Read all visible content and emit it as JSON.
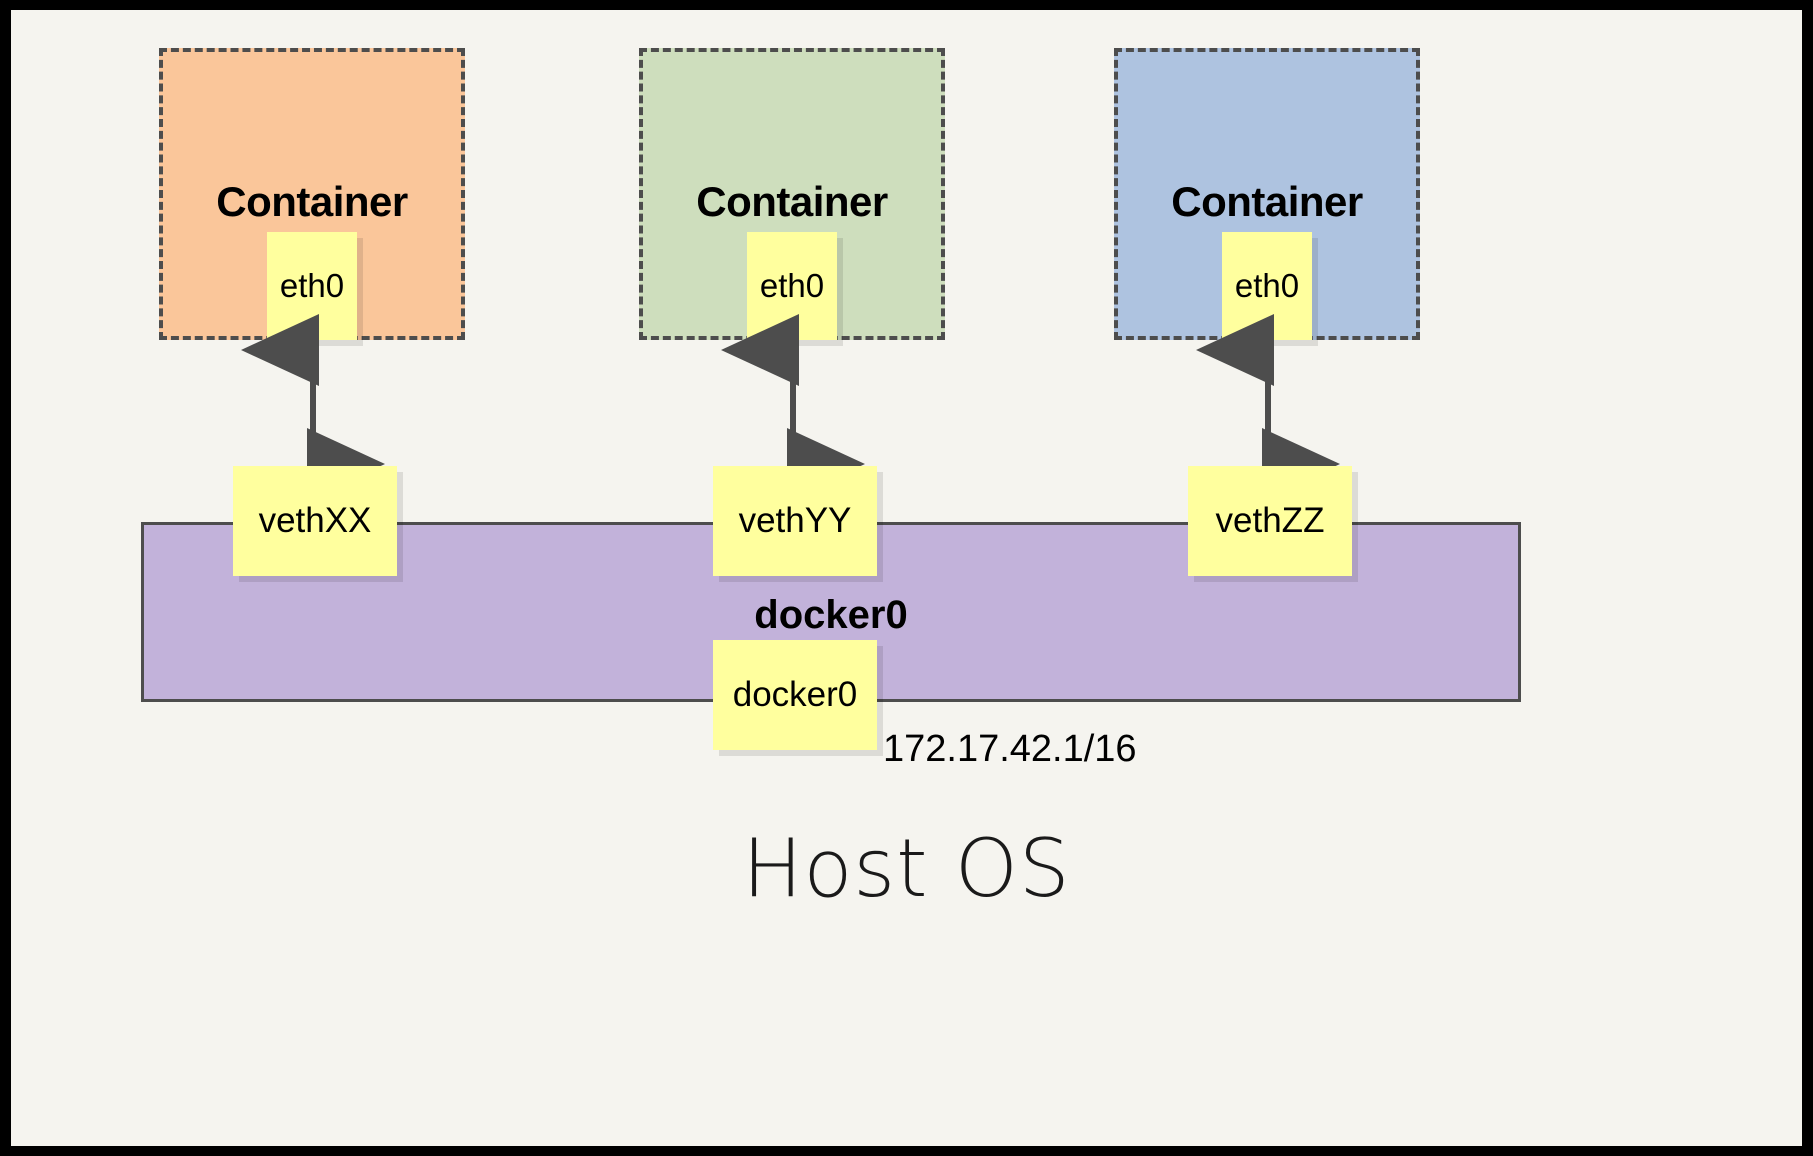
{
  "diagram": {
    "title_text": "Host OS",
    "colors": {
      "frame": "#000000",
      "stage_background": "#f5f4ef",
      "container_orange": "#fac69a",
      "container_green": "#cedebd",
      "container_blue": "#aec3e0",
      "note_yellow": "#ffff9e",
      "bridge_purple": "#c2b2da",
      "stroke_dark": "#4d4d4d"
    },
    "containers": [
      {
        "label": "Container",
        "iface_label": "eth0",
        "fill": "#fac69a",
        "name": "container-orange"
      },
      {
        "label": "Container",
        "iface_label": "eth0",
        "fill": "#cedebd",
        "name": "container-green"
      },
      {
        "label": "Container",
        "iface_label": "eth0",
        "fill": "#aec3e0",
        "name": "container-blue"
      }
    ],
    "veth_pairs": [
      {
        "label": "vethXX"
      },
      {
        "label": "vethYY"
      },
      {
        "label": "vethZZ"
      }
    ],
    "bridge": {
      "label": "docker0",
      "iface_label": "docker0",
      "ip_address": "172.17.42.1/16"
    },
    "arrows": {
      "style": "double-headed",
      "count": 3,
      "color": "#4d4d4d"
    }
  }
}
